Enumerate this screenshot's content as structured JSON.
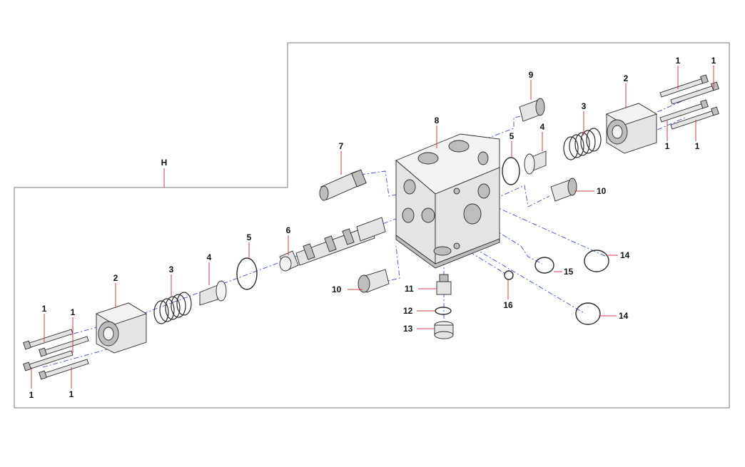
{
  "group_label": "H",
  "callouts": {
    "c1_a": "1",
    "c1_b": "1",
    "c1_c": "1",
    "c1_d": "1",
    "c1_e": "1",
    "c1_f": "1",
    "c1_g": "1",
    "c1_h": "1",
    "c2_left": "2",
    "c2_right": "2",
    "c3_left": "3",
    "c3_right": "3",
    "c4_left": "4",
    "c4_right": "4",
    "c5_left": "5",
    "c5_right": "5",
    "c6": "6",
    "c7": "7",
    "c8": "8",
    "c9": "9",
    "c10_upper": "10",
    "c10_lower": "10",
    "c11": "11",
    "c12": "12",
    "c13": "13",
    "c14_upper": "14",
    "c14_lower": "14",
    "c15": "15",
    "c16": "16"
  },
  "colors": {
    "leader": "#d23a4a",
    "axis": "#3d4fb5",
    "frame": "#777777"
  }
}
